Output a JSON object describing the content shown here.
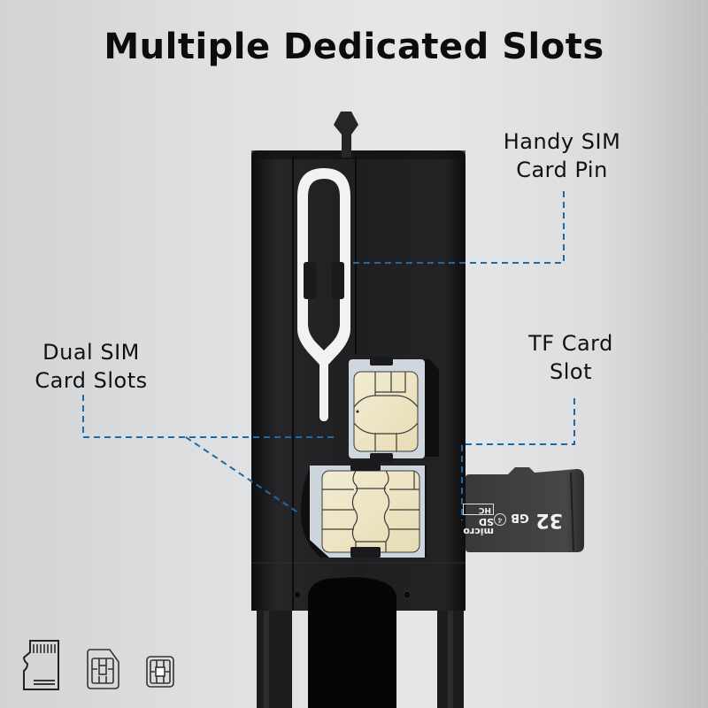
{
  "header": {
    "title": "Multiple Dedicated Slots"
  },
  "callouts": {
    "sim_pin": {
      "line1": "Handy SIM",
      "line2": "Card Pin"
    },
    "dual_sim": {
      "line1": "Dual SIM",
      "line2": "Card Slots"
    },
    "tf_slot": {
      "line1": "TF Card",
      "line2": "Slot"
    }
  },
  "tf_card": {
    "capacity": "32",
    "unit": "GB",
    "brand": "micro",
    "brand_sub": "SD",
    "class": "HC",
    "speed_class": "4"
  },
  "bottom_icons": [
    {
      "name": "micro-sd-card-icon"
    },
    {
      "name": "micro-sim-card-icon"
    },
    {
      "name": "nano-sim-card-icon"
    }
  ],
  "colors": {
    "accent_dashed": "#1e6aa6",
    "device_body": "#1f1f21",
    "chip_gold": "#efe6c4",
    "title_text": "#0c0c0c"
  }
}
